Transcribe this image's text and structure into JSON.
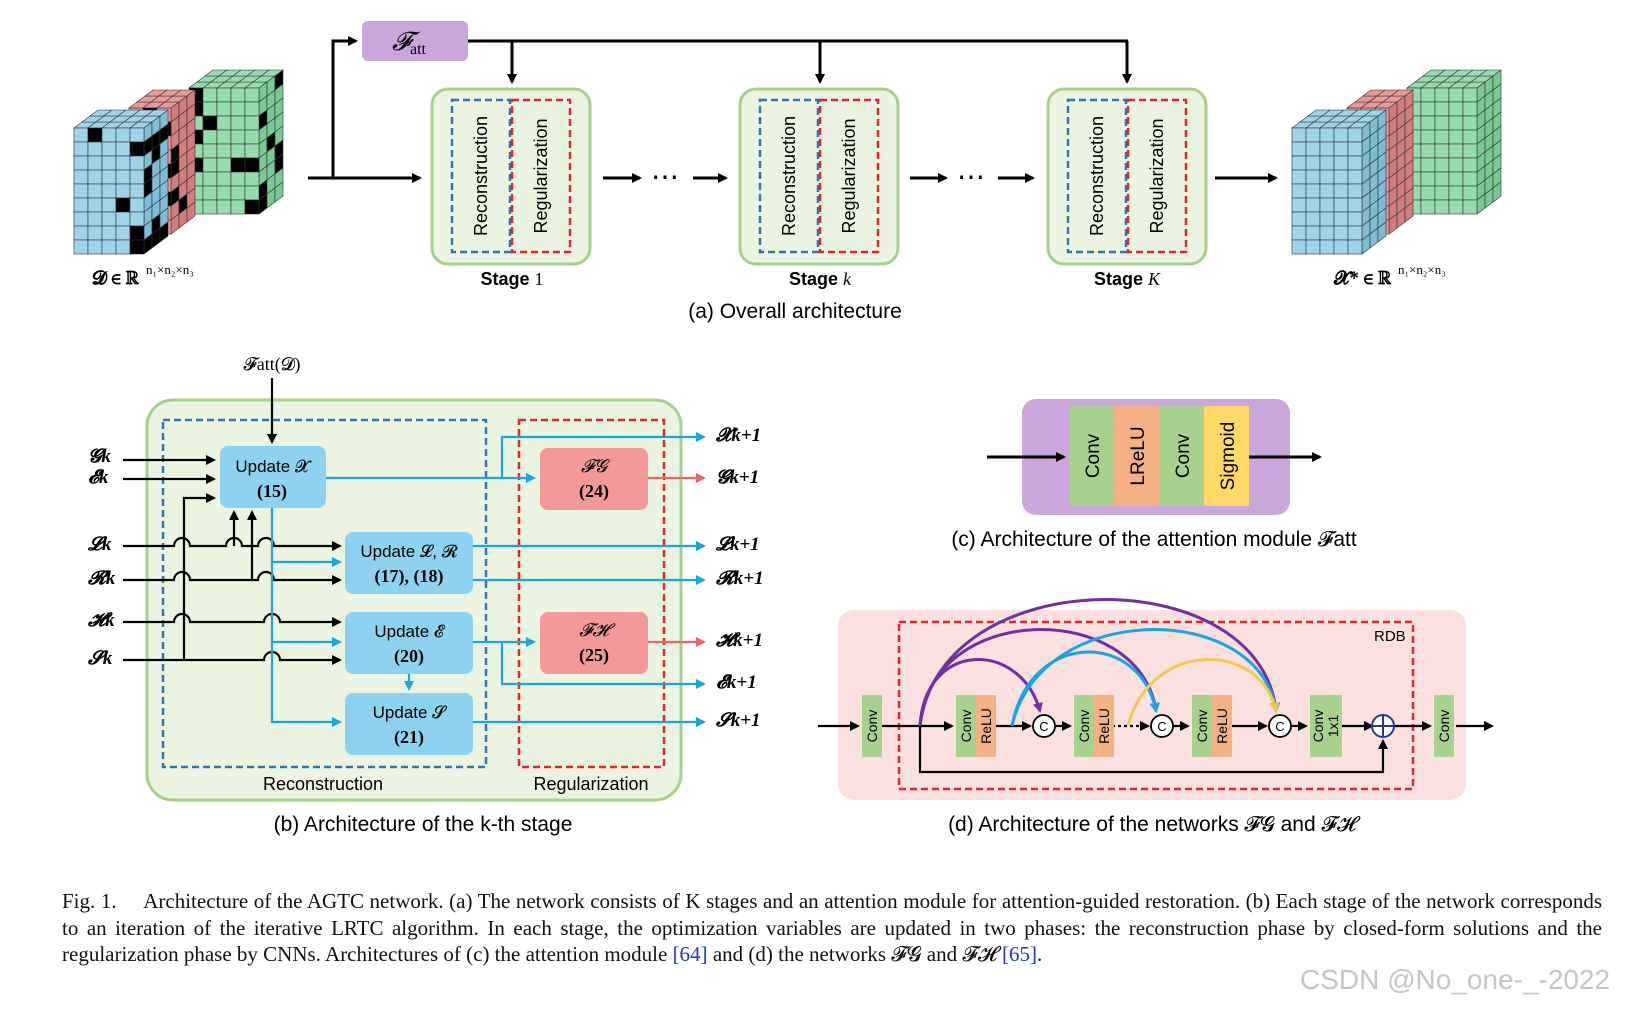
{
  "colors": {
    "purple": "#c9a6dc",
    "green_fill": "#ebf4e1",
    "green_stroke": "#a8d08d",
    "blue_dashed": "#2e75b6",
    "red_dashed": "#e3262b",
    "update_blue": "#8dd3ef",
    "reg_red": "#f4999a",
    "arrow_blue": "#1aa4e0",
    "arrow_red": "#f06466",
    "conv_green": "#a9d18e",
    "lrelu_orange": "#f4b183",
    "sigmoid_yellow": "#ffd966",
    "rdb_bg": "#fbe0e0",
    "curve_purple": "#7030a0",
    "curve_blue": "#1aa4e0",
    "curve_yellow": "#ffd966"
  },
  "panel_a": {
    "input_label": "𝓓 ∈ ℝ",
    "input_sup": "n₁×n₂×n₃",
    "output_label": "𝓧* ∈ ℝ",
    "output_sup": "n₁×n₂×n₃",
    "att_label": "𝓕",
    "att_sub": "att",
    "stage_inner_left": "Reconstruction",
    "stage_inner_right": "Regularization",
    "stages": [
      {
        "label": "Stage",
        "index": "1"
      },
      {
        "label": "Stage",
        "index": "k"
      },
      {
        "label": "Stage",
        "index": "K"
      }
    ],
    "dots": "⋯",
    "caption": "(a) Overall architecture"
  },
  "panel_b": {
    "top_input": "𝓕att(𝓓)",
    "inputs": [
      "𝓖k",
      "𝓔k",
      "𝓛k",
      "𝓡k",
      "𝓗k",
      "𝓢k"
    ],
    "outputs": [
      "𝓧k+1",
      "𝓖k+1",
      "𝓛k+1",
      "𝓡k+1",
      "𝓗k+1",
      "𝓔k+1",
      "𝓢k+1"
    ],
    "update_x": {
      "title": "Update 𝓧",
      "eq": "(15)"
    },
    "update_lr": {
      "title": "Update 𝓛, 𝓡",
      "eq": "(17), (18)"
    },
    "update_e": {
      "title": "Update 𝓔",
      "eq": "(20)"
    },
    "update_s": {
      "title": "Update 𝓢",
      "eq": "(21)"
    },
    "net_g": {
      "title": "𝓕𝓖",
      "eq": "(24)"
    },
    "net_h": {
      "title": "𝓕𝓗",
      "eq": "(25)"
    },
    "recon_label": "Reconstruction",
    "reg_label": "Regularization",
    "caption": "(b) Architecture of the k-th stage"
  },
  "panel_c": {
    "layers": [
      "Conv",
      "LReLU",
      "Conv",
      "Sigmoid"
    ],
    "caption": "(c) Architecture of the attention module 𝓕att"
  },
  "panel_d": {
    "rdb_label": "RDB",
    "conv": "Conv",
    "relu": "ReLU",
    "concat": "C",
    "conv1x1_a": "Conv",
    "conv1x1_b": "1x1",
    "caption": "(d) Architecture of the networks 𝓕𝓖 and 𝓕𝓗"
  },
  "caption": {
    "prefix": "Fig. 1.",
    "body_1": "Architecture of the AGTC network. (a) The network consists of K stages and an attention module for attention-guided restoration. (b) Each stage of the network corresponds to an iteration of the iterative LRTC algorithm. In each stage, the optimization variables are updated in two phases: the reconstruction phase by closed-form solutions and the regularization phase by CNNs. Architectures of (c) the attention module",
    "ref_1": "[64]",
    "body_2": "and (d) the networks 𝓕𝓖 and 𝓕𝓗",
    "ref_2": "[65]",
    "body_3": "."
  },
  "watermark": "CSDN @No_one-_-2022"
}
